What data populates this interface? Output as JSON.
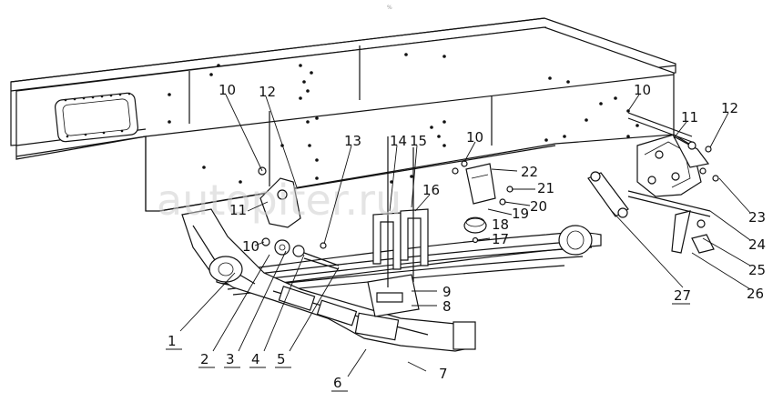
{
  "figure": {
    "watermark": "autopiter.ru",
    "corner_mark": "%"
  },
  "callouts": [
    {
      "id": "c1",
      "label": "1"
    },
    {
      "id": "c2",
      "label": "2"
    },
    {
      "id": "c3",
      "label": "3"
    },
    {
      "id": "c4",
      "label": "4"
    },
    {
      "id": "c5",
      "label": "5"
    },
    {
      "id": "c6",
      "label": "6"
    },
    {
      "id": "c7",
      "label": "7"
    },
    {
      "id": "c8",
      "label": "8"
    },
    {
      "id": "c9",
      "label": "9"
    },
    {
      "id": "c10a",
      "label": "10"
    },
    {
      "id": "c10b",
      "label": "10"
    },
    {
      "id": "c10c",
      "label": "10"
    },
    {
      "id": "c10d",
      "label": "10"
    },
    {
      "id": "c11a",
      "label": "11"
    },
    {
      "id": "c11b",
      "label": "11"
    },
    {
      "id": "c12a",
      "label": "12"
    },
    {
      "id": "c12b",
      "label": "12"
    },
    {
      "id": "c13",
      "label": "13"
    },
    {
      "id": "c14",
      "label": "14"
    },
    {
      "id": "c15",
      "label": "15"
    },
    {
      "id": "c16",
      "label": "16"
    },
    {
      "id": "c17",
      "label": "17"
    },
    {
      "id": "c18",
      "label": "18"
    },
    {
      "id": "c19",
      "label": "19"
    },
    {
      "id": "c20",
      "label": "20"
    },
    {
      "id": "c21",
      "label": "21"
    },
    {
      "id": "c22",
      "label": "22"
    },
    {
      "id": "c23",
      "label": "23"
    },
    {
      "id": "c24",
      "label": "24"
    },
    {
      "id": "c25",
      "label": "25"
    },
    {
      "id": "c26",
      "label": "26"
    },
    {
      "id": "c27",
      "label": "27"
    }
  ]
}
